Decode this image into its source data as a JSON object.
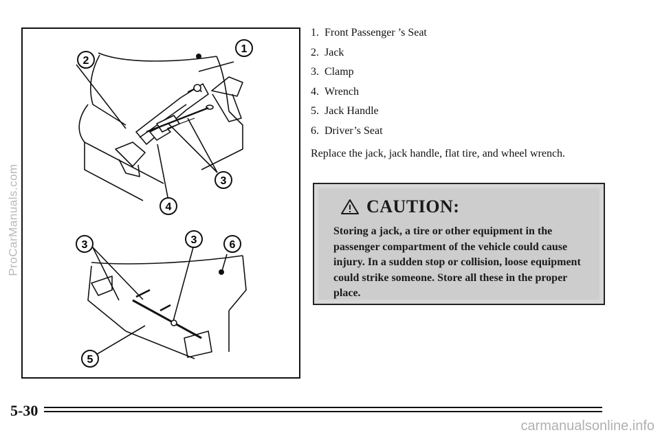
{
  "watermark_left": "ProCarManuals.com",
  "watermark_bottom": "carmanualsonline.info",
  "figure": {
    "callouts": [
      "1",
      "2",
      "3",
      "4",
      "3",
      "3",
      "6",
      "5"
    ]
  },
  "legend": [
    {
      "num": "1.",
      "label": "Front Passenger ’s Seat"
    },
    {
      "num": "2.",
      "label": "Jack"
    },
    {
      "num": "3.",
      "label": "Clamp"
    },
    {
      "num": "4.",
      "label": "Wrench"
    },
    {
      "num": "5.",
      "label": "Jack Handle"
    },
    {
      "num": "6.",
      "label": "Driver’s Seat"
    }
  ],
  "instruction": "Replace the jack, jack handle, flat tire, and wheel wrench.",
  "caution": {
    "title": "CAUTION:",
    "icon": "warning-triangle-icon",
    "text": "Storing a jack, a tire or other equipment in the passenger compartment of the vehicle could cause injury. In a sudden stop or collision, loose equipment could strike someone. Store all these in the proper place."
  },
  "page_number": "5-30"
}
